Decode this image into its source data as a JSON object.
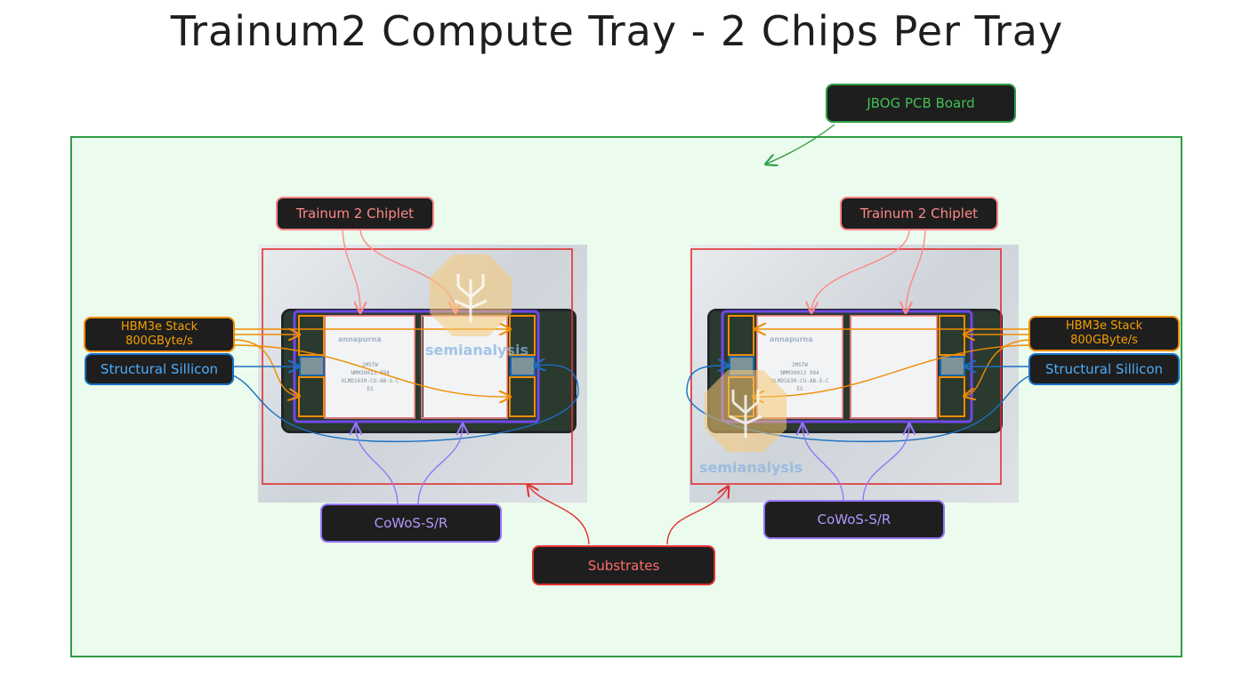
{
  "title": "Trainum2 Compute Tray - 2 Chips Per Tray",
  "labels": {
    "board": "JBOG PCB Board",
    "chiplet_left": "Trainum 2 Chiplet",
    "chiplet_right": "Trainum 2 Chiplet",
    "hbm_left": [
      "HBM3e Stack",
      "800GByte/s"
    ],
    "hbm_right": [
      "HBM3e Stack",
      "800GByte/s"
    ],
    "structural_left": "Structural Sillicon",
    "structural_right": "Structural Sillicon",
    "cowos_left": "CoWoS-S/R",
    "cowos_right": "CoWoS-S/R",
    "substrates": "Substrates"
  },
  "die_markings": {
    "brand": "annapurna",
    "lines": [
      "2MSTW",
      "NMM30013 994",
      "XLMD1630-CU-AB-S-C",
      "ES"
    ]
  },
  "watermark": "semianalysis",
  "colors": {
    "board_fill": "#ebfbee",
    "board_stroke": "#2f9e44",
    "chiplet": "#ff8787",
    "hbm": "#f08c00",
    "structural": "#1971c2",
    "cowos": "#9775fa",
    "substrate": "#e03131"
  }
}
